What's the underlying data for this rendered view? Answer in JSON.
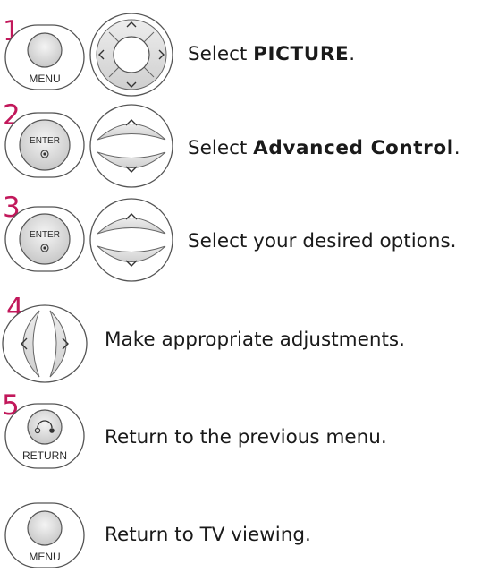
{
  "steps": [
    {
      "number": "1",
      "buttons": [
        {
          "icon": "menu-button-icon",
          "label": "MENU"
        },
        {
          "icon": "four-way-nav-icon"
        }
      ],
      "text_before": "Select ",
      "text_strong": "PICTURE",
      "text_after": "."
    },
    {
      "number": "2",
      "buttons": [
        {
          "icon": "enter-button-icon",
          "label": "ENTER"
        },
        {
          "icon": "up-down-nav-icon"
        }
      ],
      "text_before": "Select ",
      "text_strong": "Advanced Control",
      "text_after": "."
    },
    {
      "number": "3",
      "buttons": [
        {
          "icon": "enter-button-icon",
          "label": "ENTER"
        },
        {
          "icon": "up-down-nav-icon"
        }
      ],
      "text": "Select your desired options."
    },
    {
      "number": "4",
      "buttons": [
        {
          "icon": "left-right-nav-icon"
        }
      ],
      "text": "Make appropriate adjustments."
    },
    {
      "number": "5",
      "buttons": [
        {
          "icon": "return-button-icon",
          "label": "RETURN"
        }
      ],
      "text": "Return to the previous menu."
    },
    {
      "buttons": [
        {
          "icon": "menu-button-icon",
          "label": "MENU"
        }
      ],
      "text": "Return to TV viewing."
    }
  ],
  "colors": {
    "step_number": "#c2185b",
    "button_fill": "#dcdcdc",
    "button_outline": "#555555",
    "text": "#1a1a1a"
  }
}
